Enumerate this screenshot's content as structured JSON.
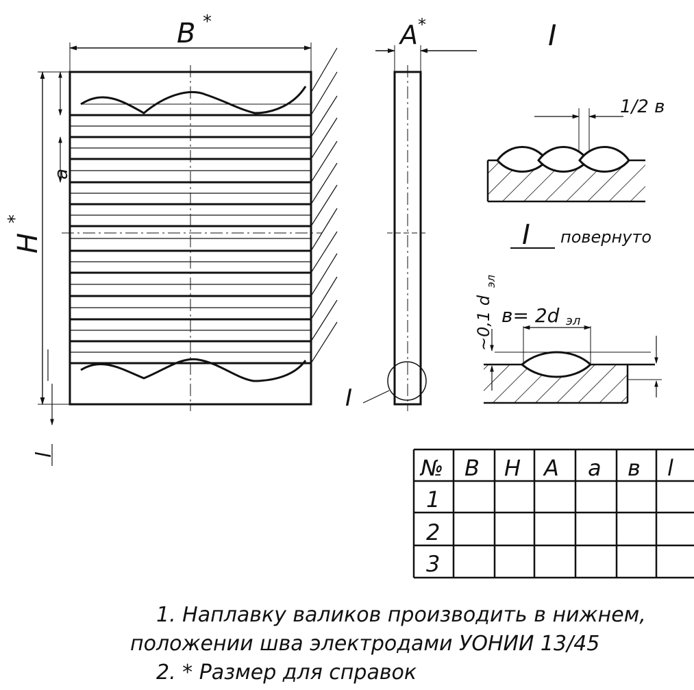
{
  "labels": {
    "width": "B",
    "height": "H",
    "thickness": "A",
    "step": "a",
    "margin": "l",
    "star": "*",
    "detail": "I",
    "detail_rotated": "повернуто",
    "half_bead": "1/2 в",
    "bead_width": "в= 2d",
    "bead_width_sub": "эл",
    "bead_height": "~0,1 d",
    "bead_height_sub": "эл"
  },
  "table": {
    "headers": [
      "№",
      "B",
      "H",
      "A",
      "a",
      "в",
      "l"
    ],
    "rows": [
      [
        "1",
        "",
        "",
        "",
        "",
        "",
        ""
      ],
      [
        "2",
        "",
        "",
        "",
        "",
        "",
        ""
      ],
      [
        "3",
        "",
        "",
        "",
        "",
        "",
        ""
      ]
    ]
  },
  "notes": {
    "line1": "1. Наплавку валиков производить в нижнем,",
    "line2": "положении шва электродами УОНИИ 13/45",
    "line3": "2. * Размер для справок"
  }
}
